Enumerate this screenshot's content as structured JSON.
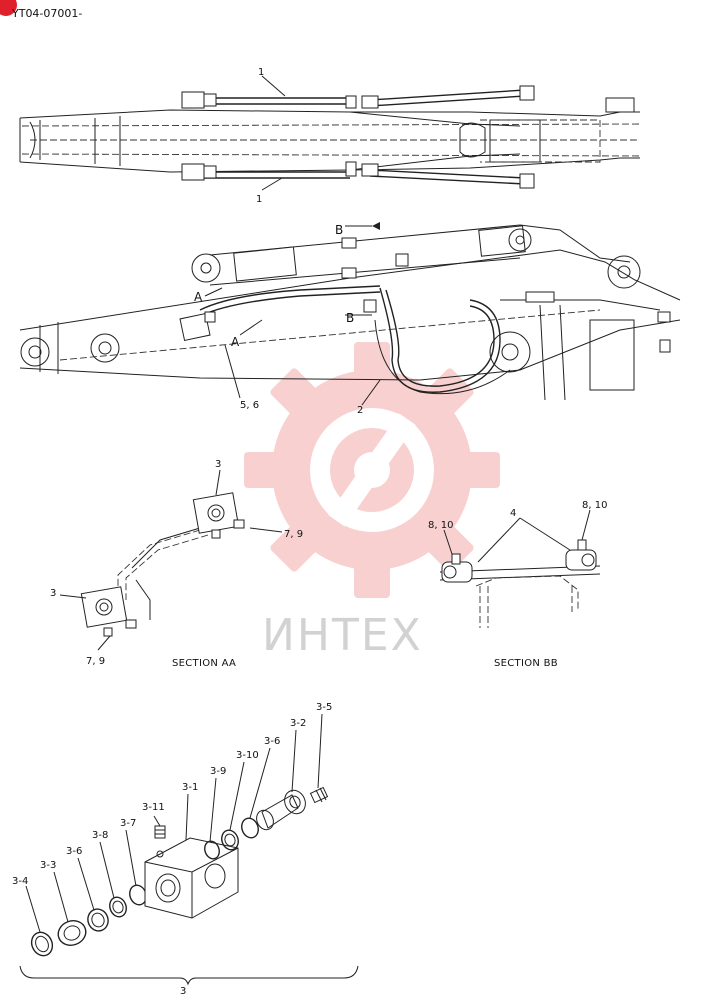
{
  "header": {
    "code": "YT04-07001-",
    "badge_color": "#e0202a"
  },
  "watermark": {
    "text": "ИНТЕХ",
    "color": "#e83030"
  },
  "callouts": {
    "top_upper": "1",
    "top_lower": "1",
    "boom_b_upper": "B",
    "boom_b_lower": "B",
    "boom_a_upper": "A",
    "boom_a_lower": "A",
    "boom_block": "5, 6",
    "boom_hose": "2"
  },
  "section_aa": {
    "title": "SECTION AA",
    "label_block_top": "3",
    "label_block_bottom": "3",
    "label_bolts_top": "7, 9",
    "label_bolts_bottom": "7, 9"
  },
  "section_bb": {
    "title": "SECTION BB",
    "label_clamp": "4",
    "label_left": "8, 10",
    "label_right": "8, 10"
  },
  "exploded": {
    "parts": [
      "3-4",
      "3-3",
      "3-6",
      "3-8",
      "3-7",
      "3-11",
      "3-1",
      "3-9",
      "3-10",
      "3-6",
      "3-2",
      "3-5"
    ],
    "assembly_label": "3"
  }
}
